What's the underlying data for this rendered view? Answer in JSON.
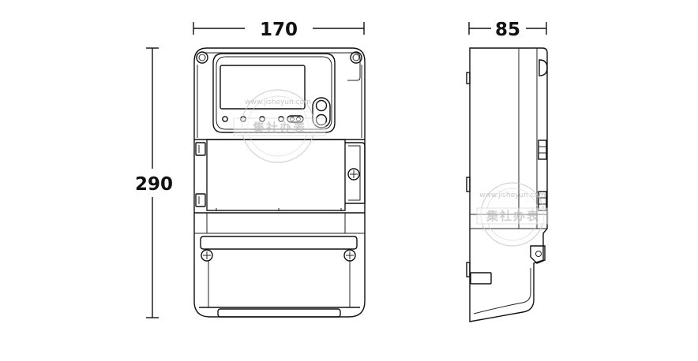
{
  "dimensions": {
    "width": "170",
    "height": "290",
    "depth": "85"
  },
  "watermark": {
    "url": "www.jisheyun.com",
    "brand": "集社办表"
  }
}
